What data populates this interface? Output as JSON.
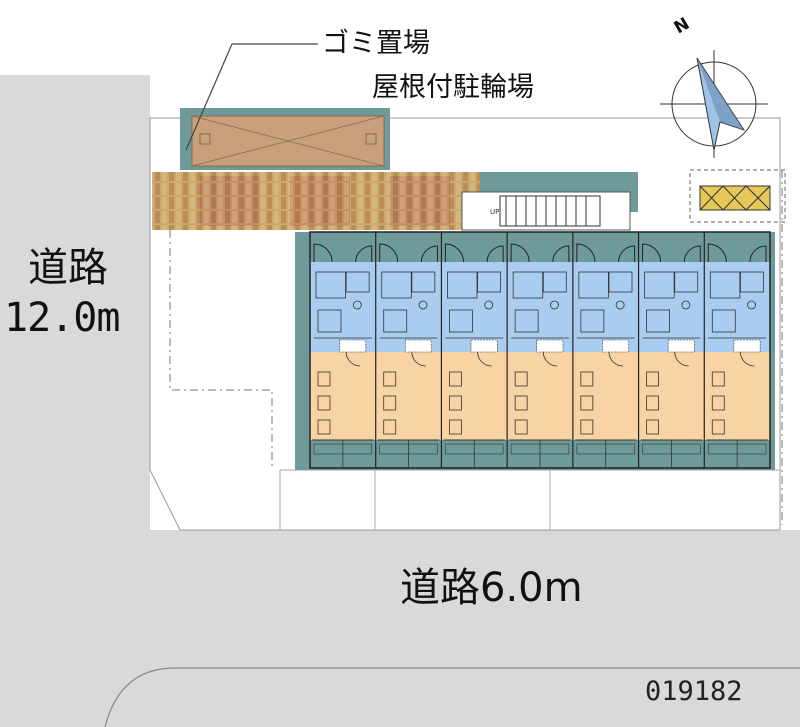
{
  "labels": {
    "road_left_line1": "道路",
    "road_left_line2": "12.0m",
    "road_bottom": "道路6.0m",
    "garbage_area": "ゴミ置場",
    "bicycle_parking": "屋根付駐輪場",
    "property_id": "019182",
    "compass_north": "N"
  },
  "colors": {
    "road": "#d9d9d9",
    "wet_area": "#a9cdf0",
    "room_area": "#f8d4a4",
    "bike_roof": "#c9a07c",
    "paving_brick": "#c8a46a",
    "shadow": "#6e9b9a",
    "storage": "#e6c85a",
    "compass_blue": "#9fc3e8"
  },
  "unit_count": 7,
  "icons": [
    "compass-icon",
    "bicycle-rack-icon"
  ]
}
